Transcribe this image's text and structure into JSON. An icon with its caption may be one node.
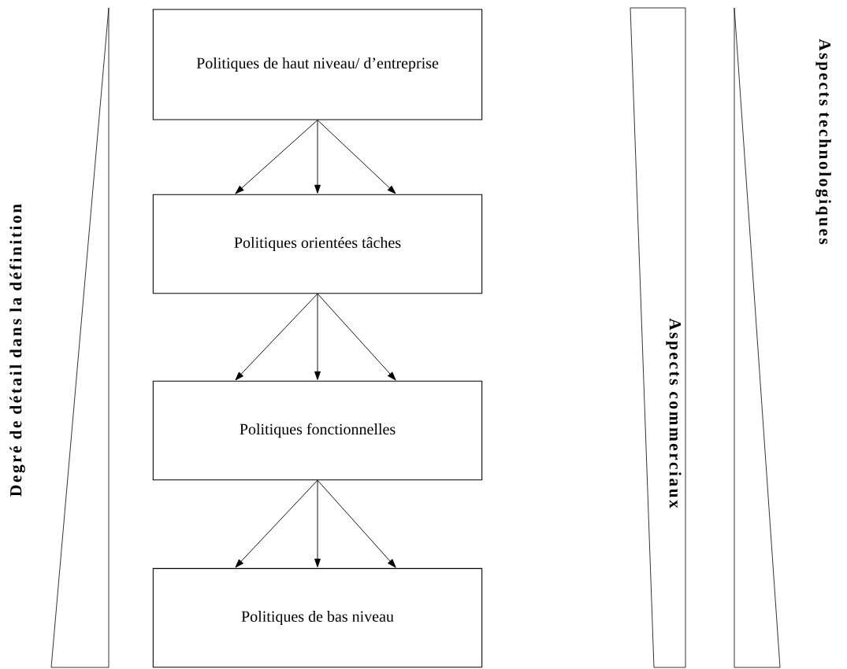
{
  "diagram": {
    "nodes": [
      {
        "text": [
          "Politiques de haut niveau/ d’entreprise"
        ]
      },
      {
        "text": [
          "Politiques orientées tâches"
        ]
      },
      {
        "text": [
          "Politiques fonctionnelles"
        ]
      },
      {
        "text": [
          "Politiques de bas niveau"
        ]
      }
    ],
    "edges": [
      {
        "from": 0,
        "to": 1,
        "arrow": "to"
      },
      {
        "from": 0,
        "to": 1,
        "arrow": "to"
      },
      {
        "from": 0,
        "to": 1,
        "arrow": "to"
      },
      {
        "from": 1,
        "to": 2,
        "arrow": "to"
      },
      {
        "from": 1,
        "to": 2,
        "arrow": "to"
      },
      {
        "from": 1,
        "to": 2,
        "arrow": "to"
      },
      {
        "from": 2,
        "to": 3,
        "arrow": "to"
      },
      {
        "from": 2,
        "to": 3,
        "arrow": "to"
      },
      {
        "from": 2,
        "to": 3,
        "arrow": "to"
      }
    ],
    "labels": [
      "Degré de détail dans la définition",
      "Aspects commerciaux",
      "Aspects technologiques"
    ]
  }
}
